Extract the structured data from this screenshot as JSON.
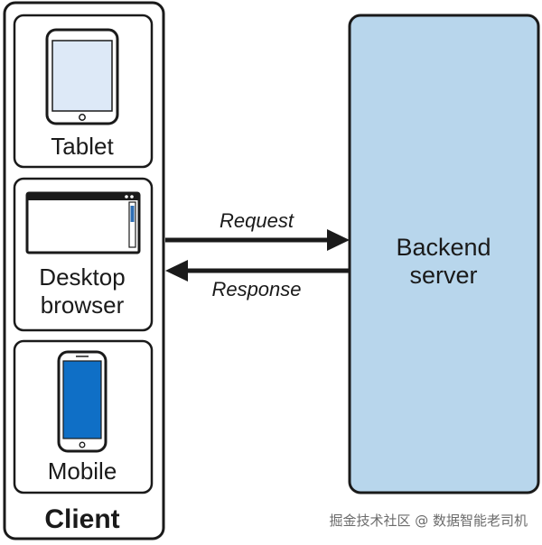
{
  "client": {
    "title": "Client",
    "devices": {
      "tablet": "Tablet",
      "desktop_line1": "Desktop",
      "desktop_line2": "browser",
      "mobile": "Mobile"
    }
  },
  "connection": {
    "request": "Request",
    "response": "Response"
  },
  "server": {
    "line1": "Backend",
    "line2": "server"
  },
  "watermark": "掘金技术社区 @ 数据智能老司机",
  "colors": {
    "server_fill": "#b8d6ec",
    "tablet_screen": "#dde9f7",
    "mobile_screen": "#0f6fc6",
    "stroke": "#1a1a1a"
  }
}
